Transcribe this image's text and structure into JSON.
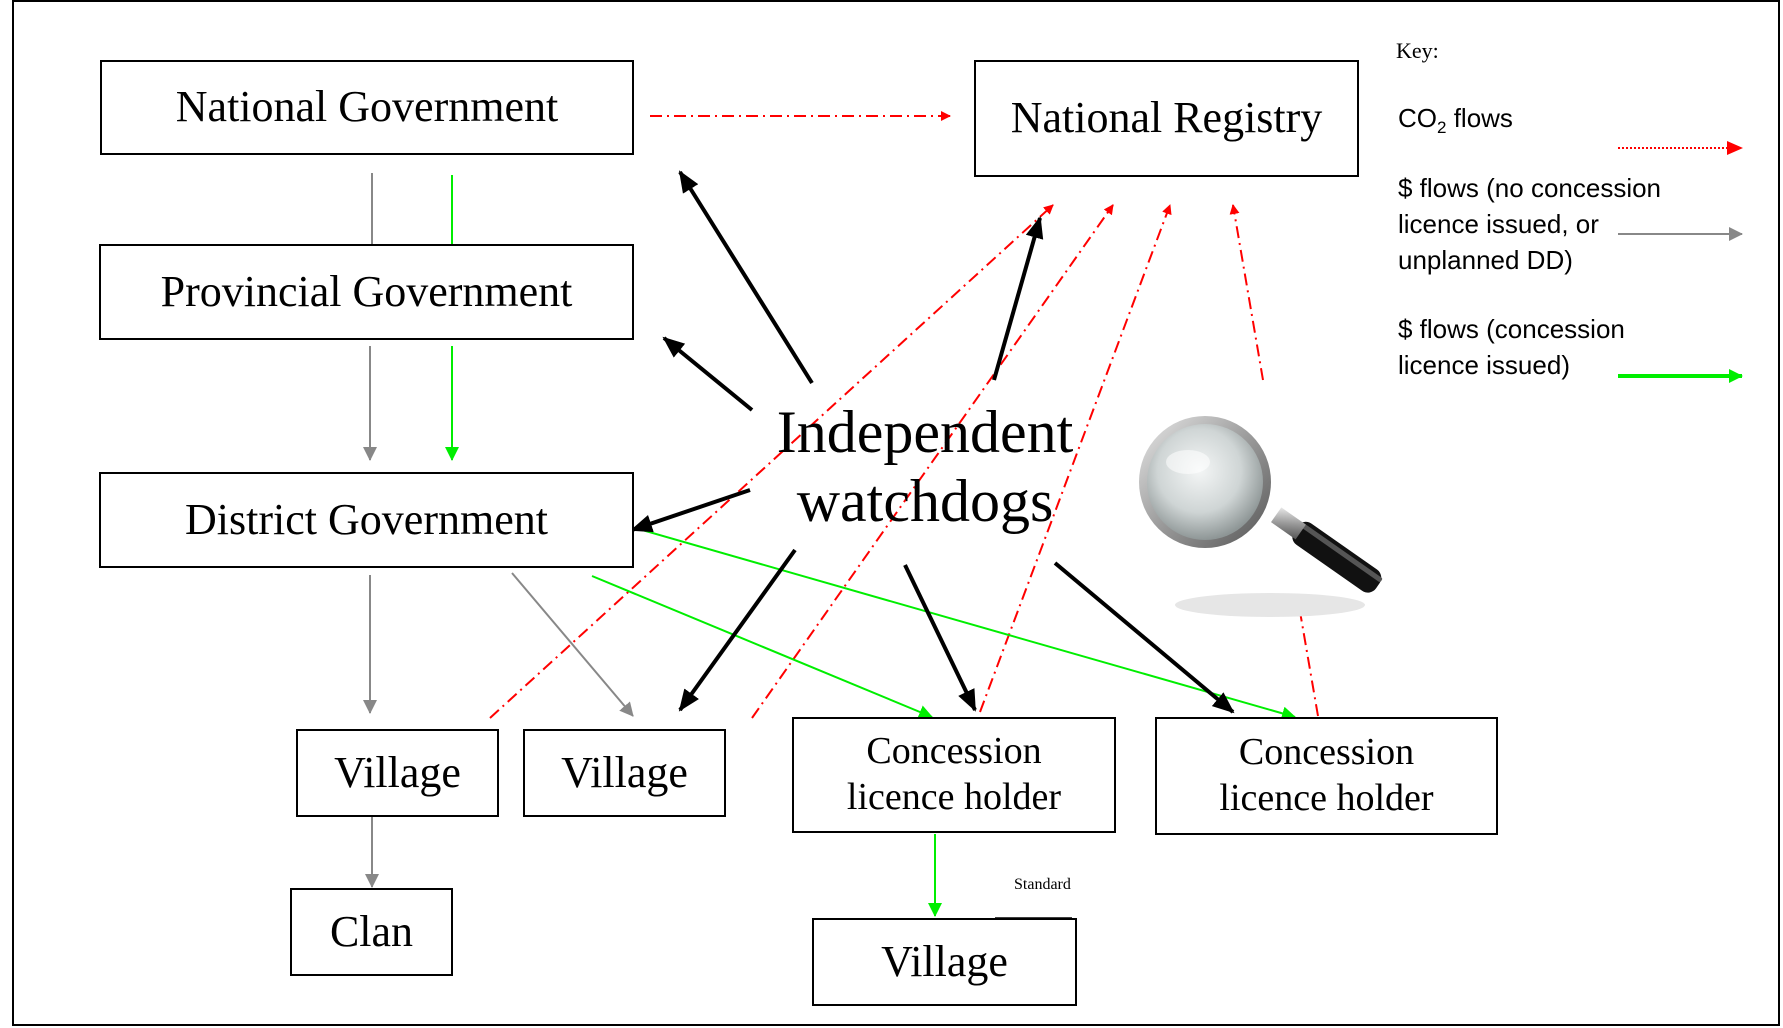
{
  "nodes": {
    "national_government": "National Government",
    "national_registry": "National Registry",
    "provincial_government": "Provincial Government",
    "district_government": "District Government",
    "village_1": "Village",
    "village_2": "Village",
    "village_3": "Village",
    "clan": "Clan",
    "concession_1": "Concession licence holder",
    "concession_2": "Concession licence holder",
    "watchdogs": "Independent watchdogs"
  },
  "key": {
    "title": "Key:",
    "co2_label": "CO",
    "co2_sub": "2",
    "co2_rest": " flows",
    "grey_flow": "$ flows (no concession licence issued, or unplanned DD)",
    "green_flow": "$ flows (concession licence issued)"
  },
  "note": "Standard",
  "colors": {
    "co2": "#ff0000",
    "dollar_no_concession": "#888888",
    "dollar_concession": "#00ee00",
    "watchdog": "#000000"
  },
  "icons": {
    "magnifier": "magnifying-glass-icon"
  }
}
